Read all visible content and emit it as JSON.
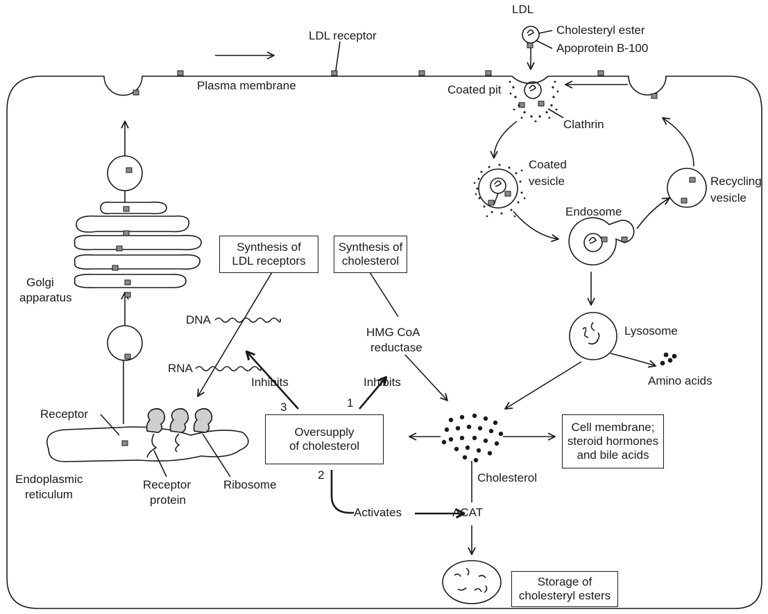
{
  "labels": {
    "ldl": "LDL",
    "cholesteryl_ester": "Cholesteryl ester",
    "apoprotein": "Apoprotein B-100",
    "ldl_receptor": "LDL receptor",
    "plasma_membrane": "Plasma membrane",
    "coated_pit": "Coated pit",
    "clathrin": "Clathrin",
    "coated_vesicle_1": "Coated",
    "coated_vesicle_2": "vesicle",
    "recycling_vesicle_1": "Recycling",
    "recycling_vesicle_2": "vesicle",
    "endosome": "Endosome",
    "lysosome": "Lysosome",
    "amino_acids": "Amino acids",
    "golgi_1": "Golgi",
    "golgi_2": "apparatus",
    "dna": "DNA",
    "rna": "RNA",
    "hmg_1": "HMG CoA",
    "hmg_2": "reductase",
    "inhibits_left": "Inhibits",
    "inhibits_right": "Inhibits",
    "num_1": "1",
    "num_2": "2",
    "num_3": "3",
    "receptor": "Receptor",
    "er_1": "Endoplasmic",
    "er_2": "reticulum",
    "receptor_protein_1": "Receptor",
    "receptor_protein_2": "protein",
    "ribosome": "Ribosome",
    "cholesterol": "Cholesterol",
    "activates": "Activates",
    "acat": "ACAT"
  },
  "boxes": {
    "synth_ldl_1": "Synthesis of",
    "synth_ldl_2": "LDL receptors",
    "synth_chol_1": "Synthesis of",
    "synth_chol_2": "cholesterol",
    "oversupply_1": "Oversupply",
    "oversupply_2": "of cholesterol",
    "cell_membrane_1": "Cell membrane;",
    "cell_membrane_2": "steroid hormones",
    "cell_membrane_3": "and bile acids",
    "storage_1": "Storage of",
    "storage_2": "cholesteryl esters"
  }
}
